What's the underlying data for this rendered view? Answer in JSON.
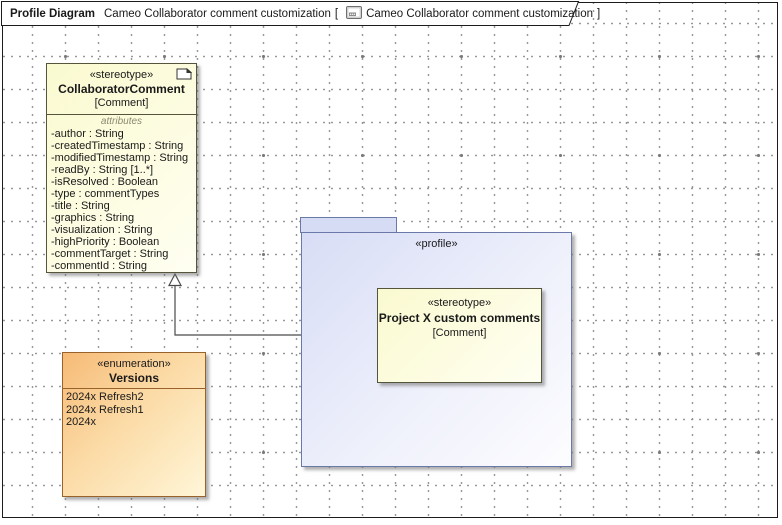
{
  "frame_header": {
    "diagram_type": "Profile Diagram",
    "diagram_name": "Cameo Collaborator comment customization",
    "bracket_open": "[",
    "context_name": "Cameo Collaborator comment customization",
    "bracket_close": "]"
  },
  "collaborator_comment": {
    "stereotype": "«stereotype»",
    "name": "CollaboratorComment",
    "metaclass": "[Comment]",
    "attributes_label": "attributes",
    "attributes": [
      "-author : String",
      "-createdTimestamp : String",
      "-modifiedTimestamp : String",
      "-readBy : String [1..*]",
      "-isResolved : Boolean",
      "-type : commentTypes",
      "-title : String",
      "-graphics : String",
      "-visualization : String",
      "-highPriority : Boolean",
      "-commentTarget : String",
      "-commentId : String"
    ]
  },
  "versions_enumeration": {
    "stereotype": "«enumeration»",
    "name": "Versions",
    "literals": [
      "2024x Refresh2",
      "2024x Refresh1",
      "2024x"
    ]
  },
  "profile_package": {
    "stereotype": "«profile»"
  },
  "project_x_stereotype": {
    "stereotype": "«stereotype»",
    "name": "Project X custom comments",
    "metaclass": "[Comment]"
  },
  "icons": {
    "diagram_icon": "profile-diagram-icon",
    "class_icon": "class-shape-icon"
  },
  "colors": {
    "class_border": "#55553D",
    "class_fill": "#FBFAD0",
    "enum_border": "#99622A",
    "enum_fill_start": "#F6BA76",
    "enum_fill_end": "#FFF6D8",
    "package_border": "#6B79A8",
    "package_fill_start": "#D8DDF6",
    "package_fill_end": "#FDFDFF",
    "edge_line": "#4A4A4A",
    "grid_dot": "#8F8F8F",
    "attributes_label_text": "#8B8B72"
  }
}
